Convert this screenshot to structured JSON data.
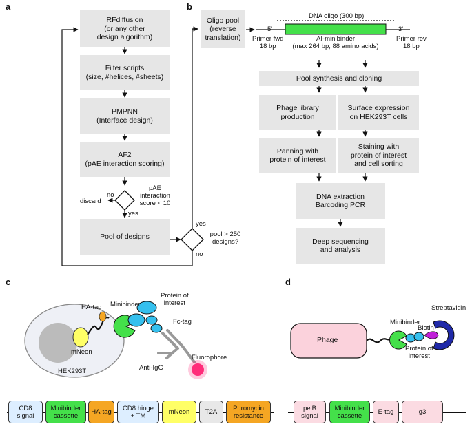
{
  "panels": {
    "a": "a",
    "b": "b",
    "c": "c",
    "d": "d"
  },
  "panel_a": {
    "steps": [
      "RFdiffusion\n(or any other\ndesign algorithm)",
      "Filter scripts\n(size, #helices, #sheets)",
      "PMPNN\n(Interface design)",
      "AF2\n(pAE interaction scoring)",
      "Pool of designs"
    ],
    "decision1": {
      "question": "pAE\ninteraction\nscore < 10",
      "no": "no",
      "discard": "discard",
      "yes": "yes"
    },
    "decision2": {
      "question": "pool > 250\ndesigns?",
      "yes": "yes",
      "no": "no"
    }
  },
  "panel_b": {
    "oligo_pool": "Oligo pool\n(reverse\ntranslation)",
    "dna_oligo_label": "DNA oligo (300 bp)",
    "five_prime": "5'",
    "three_prime": "3'",
    "primer_fwd": "Primer fwd\n18 bp",
    "minibinder": "AI-minibinder\n(max 264 bp; 88 amino acids)",
    "primer_rev": "Primer rev\n18 bp",
    "pool_synthesis": "Pool synthesis and cloning",
    "phage_library": "Phage library\nproduction",
    "surface_expression": "Surface expression\non HEK293T cells",
    "panning": "Panning with\nprotein of interest",
    "staining": "Staining with\nprotein of interest\nand cell sorting",
    "dna_extraction": "DNA extraction\nBarcoding PCR",
    "sequencing": "Deep sequencing\nand analysis"
  },
  "panel_c": {
    "labels": {
      "protein_of_interest": "Protein of\ninterest",
      "ha_tag": "HA-tag",
      "minibinder": "Minibinder",
      "fc_tag": "Fc-tag",
      "mneon": "mNeon",
      "fluorophore": "Fluorophore",
      "anti_igg": "Anti-IgG",
      "cell": "HEK293T"
    },
    "cassette": [
      "CD8\nsignal",
      "Minibinder\ncassette",
      "HA-tag",
      "CD8 hinge\n+ TM",
      "mNeon",
      "T2A",
      "Puromycin\nresistance"
    ]
  },
  "panel_d": {
    "labels": {
      "streptavidin": "Streptavidin",
      "minibinder": "Minibinder",
      "biotin": "Biotin",
      "phage": "Phage",
      "protein_of_interest": "Protein of\ninterest"
    },
    "cassette": [
      "pelB\nsignal",
      "Minibinder\ncassette",
      "E-tag",
      "g3"
    ]
  },
  "colors": {
    "box": "#e6e6e6",
    "minibinder_green": "#44e04a",
    "ha_orange": "#f5a623",
    "protein_blue": "#35c0ee",
    "mneon_yellow": "#ffff66",
    "fluorophore_pink": "#ff2d7a",
    "phage_pink": "#fbd2dc",
    "streptavidin_blue": "#1f29a8",
    "biotin_purple": "#c020d8",
    "cell_fill": "#eef0f6",
    "nucleus_gray": "#bbbbbb",
    "cassette_cd8": "#ddeeff",
    "cassette_pink": "#fbdbe2",
    "cassette_gray": "#e8e8e8"
  }
}
